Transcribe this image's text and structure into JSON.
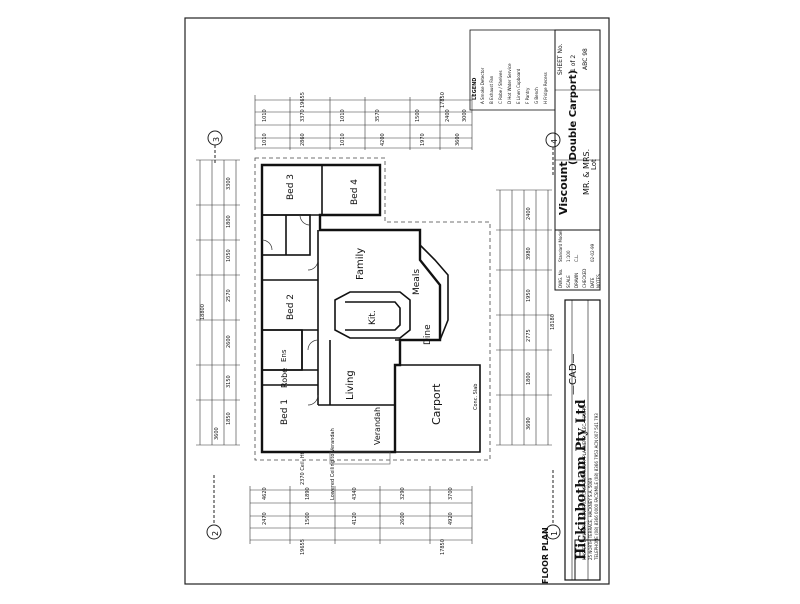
{
  "plan": {
    "rooms": {
      "bed1": "Bed 1",
      "bed2": "Bed 2",
      "bed3": "Bed 3",
      "bed4": "Bed 4",
      "family": "Family",
      "meals": "Meals",
      "kit": "Kit.",
      "dine": "Dine",
      "living": "Living",
      "carport": "Carport",
      "ens": "Ens",
      "robe": "Robe",
      "verandah": "Verandah"
    },
    "notes": {
      "carport_note": "Conc. Slab",
      "verandah_note": "Lowered Ceiling to Verandah",
      "ceiling_note": "2370 Ceil. Ht."
    },
    "grid_markers": [
      "1",
      "2",
      "3",
      "4"
    ]
  },
  "title_block": {
    "company": "Hickinbotham Pty Ltd",
    "company_sub1": "MASTER BUILDERS, CONSTRUCTORS, COMMUNITY PLANNERS, ELEC. CONTR.",
    "company_sub2": "25 NORTH TERRACE, HACKNEY S.A. 5069",
    "company_sub3": "TELEPHONE (08) 8366 0000 FACSIMILE (08) 8366 7953 ACN 007 541 793",
    "cad": "—CAD—",
    "sheet_title": "FLOOR PLAN",
    "design_name": "Viscount",
    "design_variant": "(Double Carport)",
    "client": "MR. & MRS.",
    "lot": "Lot",
    "sheet_label": "SHEET No.",
    "sheet_of": "1 of 2",
    "drawing_no": "ABC 98"
  },
  "details_box": {
    "rows": [
      {
        "label": "DWG. No.",
        "value": "Standard Model"
      },
      {
        "label": "SCALE",
        "value": "1:100"
      },
      {
        "label": "DRAWN",
        "value": "C.L."
      },
      {
        "label": "CHECKED",
        "value": ""
      },
      {
        "label": "DATE",
        "value": "02-02-99"
      }
    ],
    "tag": "NOTES"
  },
  "legend": {
    "title": "LEGEND",
    "items": [
      "A  Smoke Detector",
      "B  Exhaust Fan",
      "C  Robe / Shelves",
      "D  Hot Water Service",
      "E  Linen Cupboard",
      "F  Pantry",
      "G  Bench",
      "H  Fridge Recess"
    ]
  },
  "dimensions": {
    "top_totals": [
      "19655",
      "17850"
    ],
    "top_row1": [
      "1010",
      "3370",
      "1010",
      "3570",
      "1500",
      "2400",
      "3000"
    ],
    "top_row2": [
      "1010",
      "2860",
      "1010",
      "4200",
      "1970",
      "3600"
    ],
    "bottom_totals": [
      "19655",
      "17850"
    ],
    "bottom_row1": [
      "4620",
      "1890",
      "4340",
      "3290",
      "3700"
    ],
    "bottom_row2": [
      "2470",
      "1500",
      "4120",
      "2600",
      "4920"
    ],
    "left_total": "18800",
    "left_row": [
      "3300",
      "1800",
      "1050",
      "2570",
      "2600",
      "3150",
      "1850",
      "3600"
    ],
    "right_total": "18180",
    "right_row": [
      "2400",
      "3980",
      "1950",
      "2775",
      "1800",
      "3690"
    ]
  }
}
